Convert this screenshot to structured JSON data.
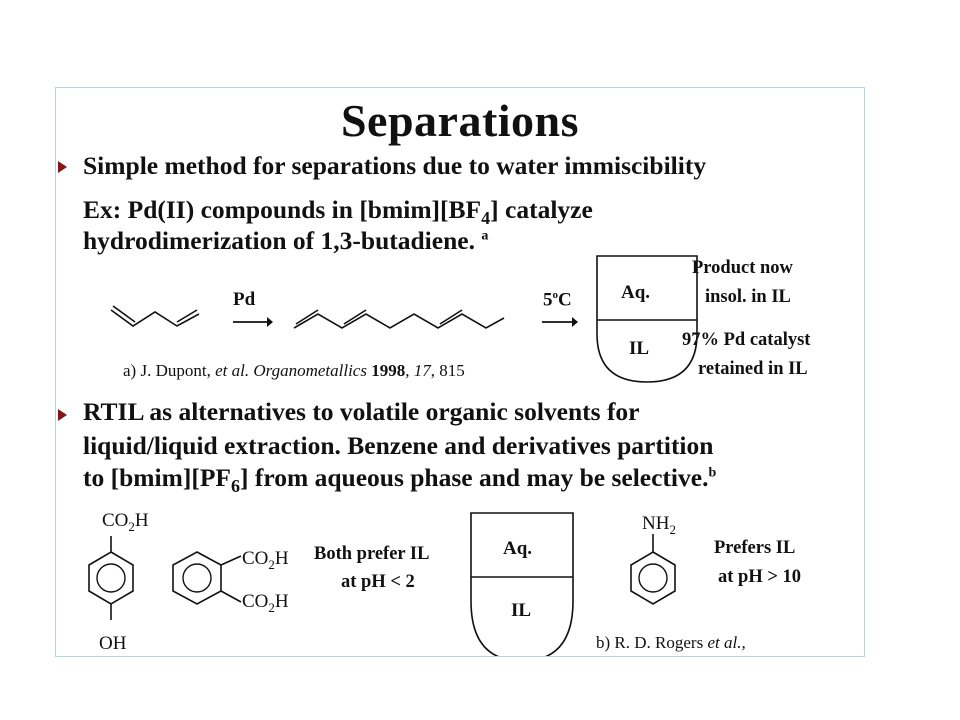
{
  "slide": {
    "title": "Separations",
    "bullet1": {
      "line1": "Simple method for separations due to water immiscibility",
      "line2a": "Ex:  Pd(II) compounds in [bmim][BF",
      "line2sub": "4",
      "line2b": "] catalyze",
      "line3": "hydrodimerization of 1,3-butadiene.",
      "line3sup": "a"
    },
    "reaction1": {
      "arrow1_label": "Pd",
      "arrow2_label": "5",
      "arrow2_sup": "o",
      "arrow2_unit": "C",
      "vessel_top": "Aq.",
      "vessel_bottom": "IL",
      "note1_line1": "Product now",
      "note1_line2": "insol. in IL",
      "note2_line1": "97% Pd catalyst",
      "note2_line2": "retained in IL",
      "ref_a_prefix": "a)  J. Dupont, ",
      "ref_a_etal": "et al. Organometallics",
      "ref_a_year": " 1998",
      "ref_a_vol": ", 17",
      "ref_a_page": ", 815"
    },
    "bullet2": {
      "line1": "RTIL as alternatives to volatile organic solvents for",
      "line2": "liquid/liquid extraction.  Benzene and derivatives partition",
      "line3a": "to [bmim][PF",
      "line3sub": "6",
      "line3b": "] from aqueous phase and may be selective.",
      "line3sup": "b"
    },
    "extraction": {
      "co2h_top": "CO",
      "co2h_top_sub": "2",
      "co2h_top_h": "H",
      "oh": "OH",
      "phthalic_top": "CO",
      "phthalic_top_sub": "2",
      "phthalic_top_h": "H",
      "phthalic_bot": "CO",
      "phthalic_bot_sub": "2",
      "phthalic_bot_h": "H",
      "both_prefer_line1": "Both prefer IL",
      "both_prefer_line2": "at pH < 2",
      "vessel_top": "Aq.",
      "vessel_bottom": "IL",
      "nh2": "NH",
      "nh2_sub": "2",
      "prefers_line1": "Prefers IL",
      "prefers_line2": "at pH > 10",
      "ref_b_prefix": "b)  R. D. Rogers ",
      "ref_b_etal": "et al.,"
    }
  }
}
